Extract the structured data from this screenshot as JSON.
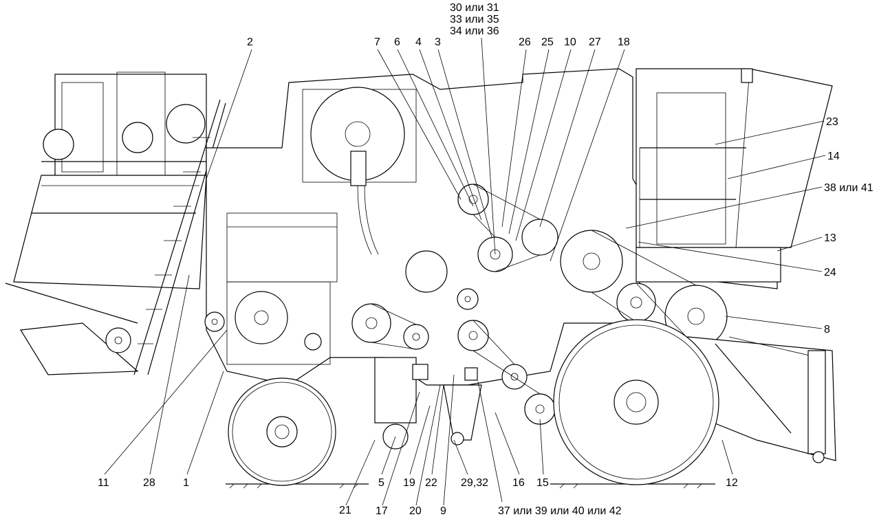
{
  "figure": {
    "kind": "combine-harvester-side-view",
    "callouts": {
      "c2": "2",
      "c7": "7",
      "c6": "6",
      "c4": "4",
      "c3": "3",
      "top_line1": "30 или 31",
      "top_line2": "33 или 35",
      "top_line3": "34 или 36",
      "c26": "26",
      "c25": "25",
      "c10": "10",
      "c27": "27",
      "c18": "18",
      "c23": "23",
      "c14": "14",
      "c38_41": "38 или 41",
      "c13": "13",
      "c24": "24",
      "c8": "8",
      "c11": "11",
      "c28": "28",
      "c1": "1",
      "c5": "5",
      "c19": "19",
      "c22": "22",
      "c29_32": "29,32",
      "c16": "16",
      "c15": "15",
      "c12": "12",
      "c21": "21",
      "c17": "17",
      "c20": "20",
      "c9": "9",
      "c37_42": "37 или 39 или 40 или 42"
    }
  }
}
